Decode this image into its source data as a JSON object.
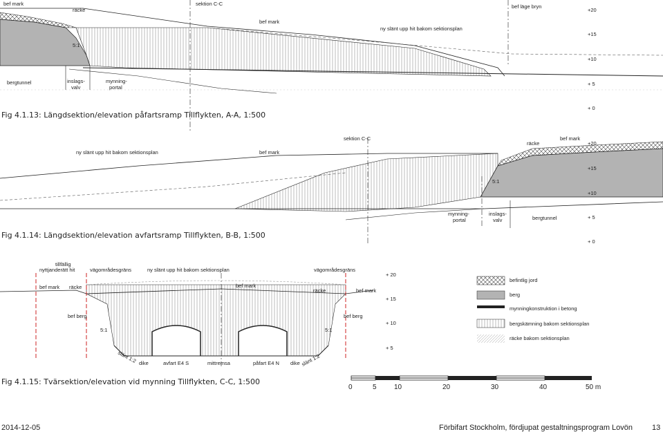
{
  "section1": {
    "caption": "Fig 4.1.13: Längdsektion/elevation påfartsramp Tillflykten, A-A, 1:500",
    "labels": {
      "bef_mark_top": "bef mark",
      "racke": "räcke",
      "sektion_cc": "sektion C-C",
      "bef_mark_mid": "bef mark",
      "ny_slant": "ny slänt upp hit bakom sektionsplan",
      "bef_lage_bryn": "bef läge bryn",
      "slope": "5:1",
      "bergtunnel": "bergtunnel",
      "inslagsvalv_1": "inslags-",
      "inslagsvalv_2": "valv",
      "mynningsportal_1": "mynning-",
      "mynningsportal_2": "portal"
    },
    "levels": [
      "+20",
      "+15",
      "+10",
      "+ 5",
      "+ 0"
    ]
  },
  "section2": {
    "caption": "Fig 4.1.14: Längdsektion/elevation avfartsramp Tillflykten, B-B, 1:500",
    "labels": {
      "sektion_cc": "sektion C-C",
      "ny_slant": "ny slänt upp hit bakom sektionsplan",
      "bef_mark_mid": "bef mark",
      "racke": "räcke",
      "bef_mark_right": "bef mark",
      "slope": "5:1",
      "mynningsportal_1": "mynning-",
      "mynningsportal_2": "portal",
      "inslagsvalv_1": "inslags-",
      "inslagsvalv_2": "valv",
      "bergtunnel": "bergtunnel"
    },
    "levels": [
      "+20",
      "+15",
      "+10",
      "+ 5",
      "+ 0"
    ]
  },
  "section3": {
    "caption": "Fig 4.1.15: Tvärsektion/elevation vid mynning Tillflykten, C-C, 1:500",
    "labels": {
      "tillfallig_1": "tillfällig",
      "tillfallig_2": "nyttjanderätt hit",
      "vagomradesgrans_left": "vägområdesgräns",
      "ny_slant": "ny slänt upp hit bakom sektionsplan",
      "vagomradesgrans_right": "vägområdesgräns",
      "bef_mark_left": "bef mark",
      "racke_left": "räcke",
      "bef_mark_mid": "bef mark",
      "racke_right": "räcke",
      "bef_mark_right": "bef mark",
      "bef_berg_left": "bef berg",
      "bef_berg_right": "bef berg",
      "slope_left": "5:1",
      "slope_right": "5:1",
      "slant_left": "slänt 1:2",
      "slant_right": "slänt 1:2",
      "dike_left": "dike",
      "avfart": "avfart E4 S",
      "mittremsa": "mittremsa",
      "pafart": "påfart E4 N",
      "dike_right": "dike"
    },
    "levels": [
      "+ 20",
      "+ 15",
      "+ 10",
      "+ 5"
    ]
  },
  "legend": [
    {
      "label": "befintlig jord",
      "pattern": "crosshatch"
    },
    {
      "label": "berg",
      "pattern": "rock"
    },
    {
      "label": "mynningkonstruktion i betong",
      "pattern": "concrete"
    },
    {
      "label": "bergskämning bakom sektionsplan",
      "pattern": "vertical"
    },
    {
      "label": "räcke bakom sektionsplan",
      "pattern": "dotted"
    }
  ],
  "scale": {
    "ticks": [
      "0",
      "5",
      "10",
      "20",
      "30",
      "40",
      "50 m"
    ]
  },
  "footer": {
    "date": "2014-12-05",
    "title": "Förbifart Stockholm, fördjupat gestaltningsprogram Lovön",
    "page": "13"
  },
  "colors": {
    "rock": "#b3b3b3",
    "concrete": "#9a9a9a",
    "line": "#222222",
    "boundary": "#cc2222"
  }
}
